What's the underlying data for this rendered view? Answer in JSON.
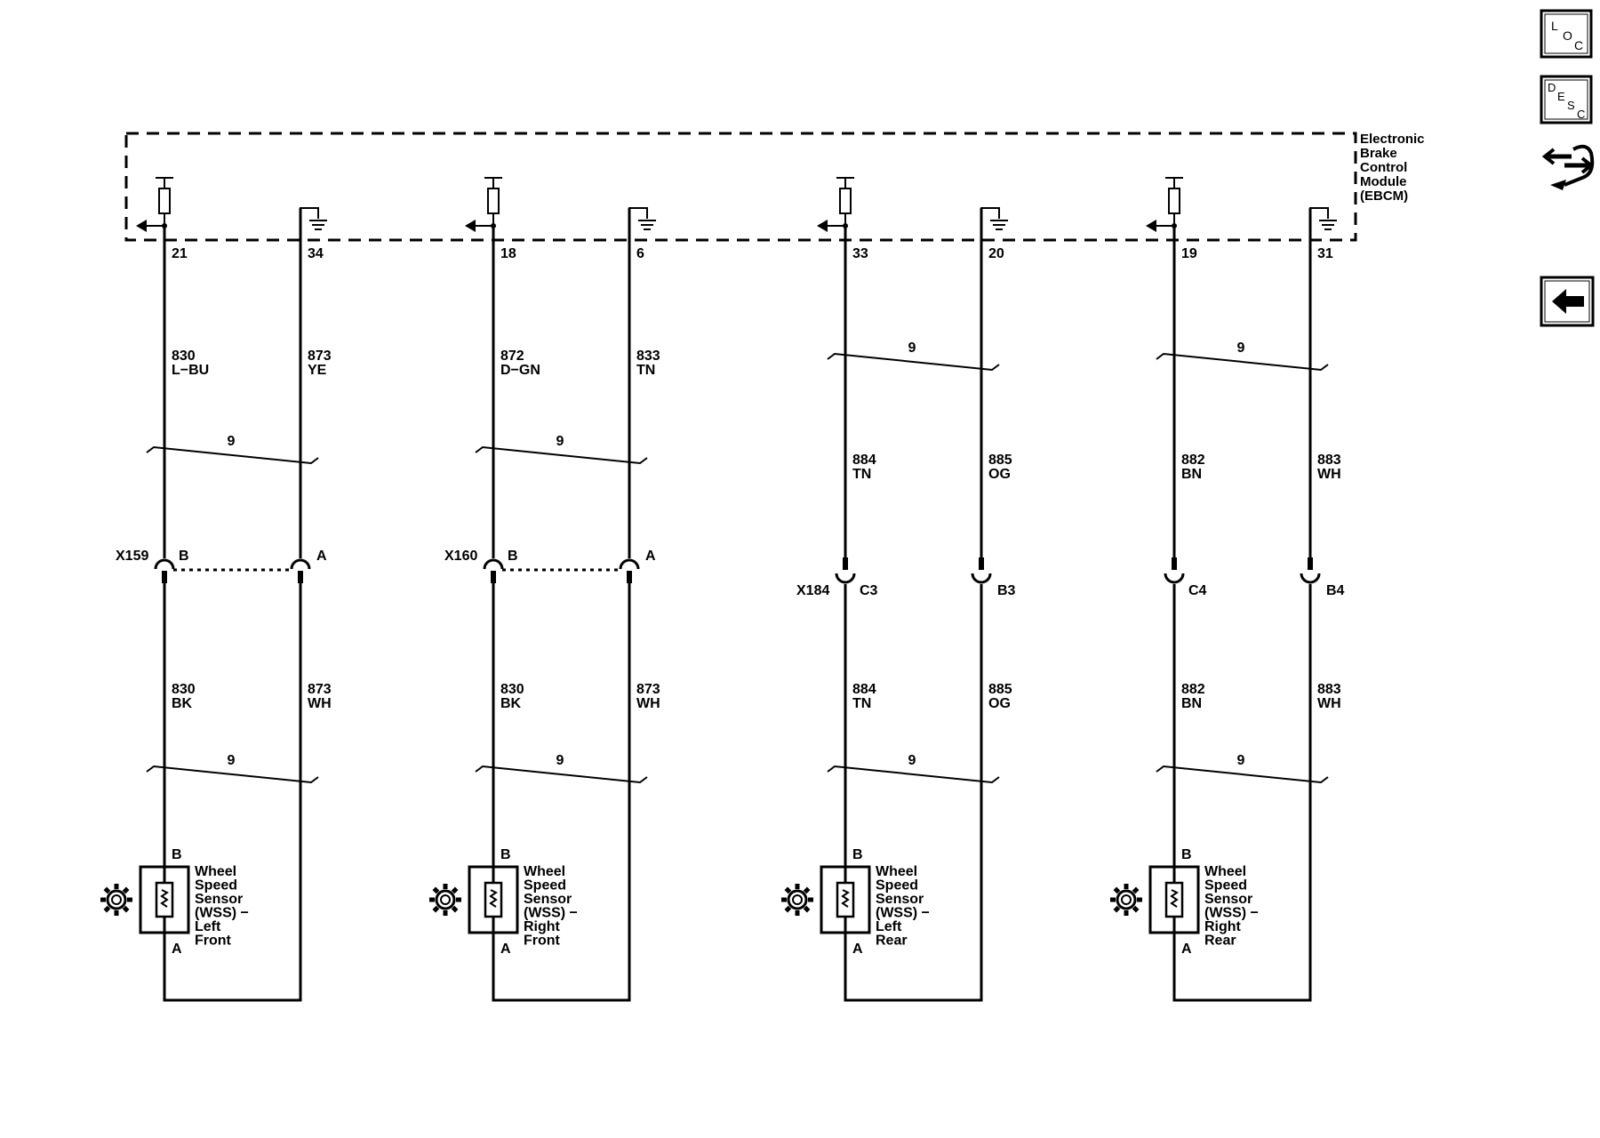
{
  "module": {
    "name_lines": [
      "Electronic",
      "Brake",
      "Control",
      "Module",
      "(EBCM)"
    ]
  },
  "nav": {
    "loc": {
      "letters": [
        "L",
        "O",
        "C"
      ]
    },
    "desc": {
      "letters": [
        "D",
        "E",
        "S",
        "C"
      ]
    },
    "connector_icon": "connector-end-view-icon",
    "back_icon": "back-arrow-icon"
  },
  "channels": [
    {
      "id": "lf",
      "signal_pin": "21",
      "low_pin": "34",
      "top_signal_wire": {
        "circuit": "830",
        "color": "L−BU"
      },
      "top_low_wire": {
        "circuit": "873",
        "color": "YE"
      },
      "top_twist": "9",
      "connector": "X159",
      "signal_cavity": "B",
      "low_cavity": "A",
      "bottom_signal_wire": {
        "circuit": "830",
        "color": "BK"
      },
      "bottom_low_wire": {
        "circuit": "873",
        "color": "WH"
      },
      "bottom_twist": "9",
      "sensor_pin_top": "B",
      "sensor_pin_bottom": "A",
      "sensor_label": [
        "Wheel",
        "Speed",
        "Sensor",
        "(WSS) −",
        "Left",
        "Front"
      ]
    },
    {
      "id": "rf",
      "signal_pin": "18",
      "low_pin": "6",
      "top_signal_wire": {
        "circuit": "872",
        "color": "D−GN"
      },
      "top_low_wire": {
        "circuit": "833",
        "color": "TN"
      },
      "top_twist": "9",
      "connector": "X160",
      "signal_cavity": "B",
      "low_cavity": "A",
      "bottom_signal_wire": {
        "circuit": "830",
        "color": "BK"
      },
      "bottom_low_wire": {
        "circuit": "873",
        "color": "WH"
      },
      "bottom_twist": "9",
      "sensor_pin_top": "B",
      "sensor_pin_bottom": "A",
      "sensor_label": [
        "Wheel",
        "Speed",
        "Sensor",
        "(WSS) −",
        "Right",
        "Front"
      ]
    },
    {
      "id": "lr",
      "signal_pin": "33",
      "low_pin": "20",
      "top_twist": "9",
      "top_signal_wire": {
        "circuit": "884",
        "color": "TN"
      },
      "top_low_wire": {
        "circuit": "885",
        "color": "OG"
      },
      "connector": "X184",
      "signal_cavity": "C3",
      "low_cavity": "B3",
      "bottom_signal_wire": {
        "circuit": "884",
        "color": "TN"
      },
      "bottom_low_wire": {
        "circuit": "885",
        "color": "OG"
      },
      "bottom_twist": "9",
      "sensor_pin_top": "B",
      "sensor_pin_bottom": "A",
      "sensor_label": [
        "Wheel",
        "Speed",
        "Sensor",
        "(WSS) −",
        "Left",
        "Rear"
      ]
    },
    {
      "id": "rr",
      "signal_pin": "19",
      "low_pin": "31",
      "top_twist": "9",
      "top_signal_wire": {
        "circuit": "882",
        "color": "BN"
      },
      "top_low_wire": {
        "circuit": "883",
        "color": "WH"
      },
      "connector": "",
      "signal_cavity": "C4",
      "low_cavity": "B4",
      "bottom_signal_wire": {
        "circuit": "882",
        "color": "BN"
      },
      "bottom_low_wire": {
        "circuit": "883",
        "color": "WH"
      },
      "bottom_twist": "9",
      "sensor_pin_top": "B",
      "sensor_pin_bottom": "A",
      "sensor_label": [
        "Wheel",
        "Speed",
        "Sensor",
        "(WSS) −",
        "Right",
        "Rear"
      ]
    }
  ]
}
